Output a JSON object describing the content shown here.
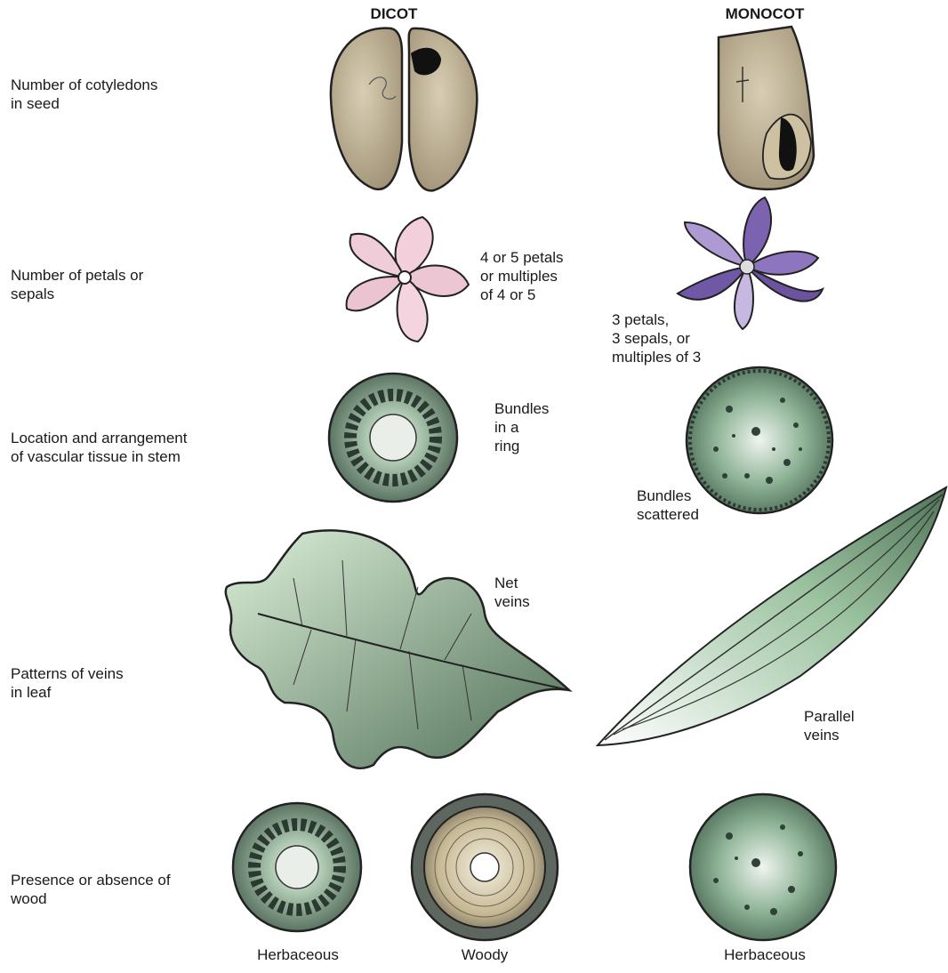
{
  "headers": {
    "dicot": "DICOT",
    "monocot": "MONOCOT"
  },
  "rows": {
    "cotyledons": "Number of cotyledons\nin seed",
    "petals": "Number of petals or\nsepals",
    "vascular": "Location and arrangement\nof vascular tissue in stem",
    "veins": "Patterns of veins\nin leaf",
    "wood": "Presence or absence of\nwood"
  },
  "notes": {
    "dicot_petals": "4  or 5 petals\nor multiples\nof 4 or 5",
    "monocot_petals": "3  petals,\n3 sepals, or\nmultiples of 3",
    "dicot_bundles": "Bundles\nin a\nring",
    "monocot_bundles": "Bundles\nscattered",
    "dicot_veins": "Net\nveins",
    "monocot_veins": "Parallel\nveins"
  },
  "captions": {
    "herbaceous_dicot": "Herbaceous",
    "woody": "Woody",
    "herbaceous_monocot": "Herbaceous"
  },
  "colors": {
    "seed": "#b8aa8c",
    "pink_petal": "#eec8d4",
    "purple_petal": "#9a84c4",
    "stem_green": "#7a9a82",
    "leaf_green": "#a9c9ac",
    "wood_tan": "#cfc3a2"
  }
}
